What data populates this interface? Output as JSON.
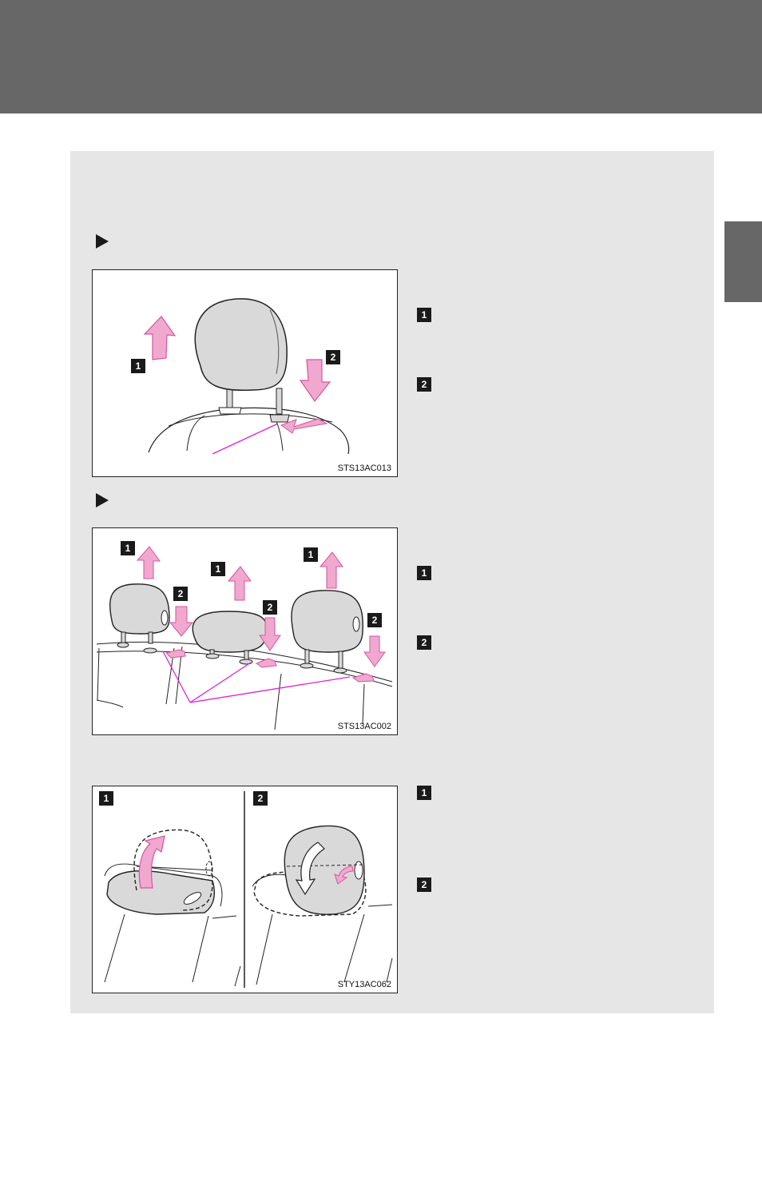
{
  "figures": [
    {
      "code": "STS13AC013",
      "badges": [
        "1",
        "2"
      ],
      "steps": [
        "1",
        "2"
      ]
    },
    {
      "code": "STS13AC002",
      "badges": [
        "1",
        "2",
        "1",
        "2",
        "1",
        "2"
      ],
      "steps": [
        "1",
        "2"
      ]
    },
    {
      "code": "STY13AC062",
      "badges": [
        "1",
        "2"
      ],
      "steps": [
        "1",
        "2"
      ]
    }
  ],
  "colors": {
    "header": "#676767",
    "panel": "#e6e6e6",
    "arrow_fill": "#f0a8cf",
    "arrow_stroke": "#d6559e",
    "pointer_line": "#e020d8",
    "headrest_fill": "#d9d9d9"
  }
}
